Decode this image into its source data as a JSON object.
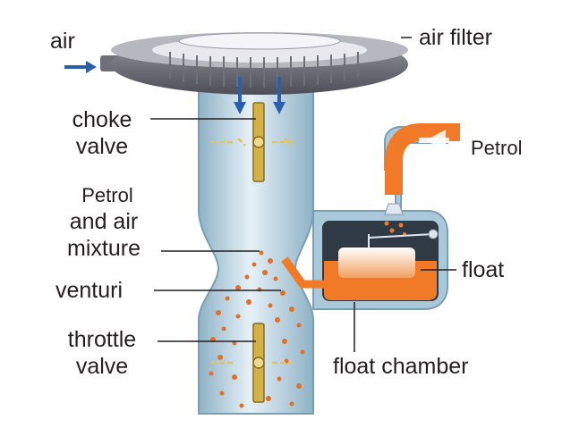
{
  "labels": {
    "air": "air",
    "air_filter": "air filter",
    "choke_line1": "choke",
    "choke_line2": "valve",
    "petrol_inlet": "Petrol",
    "mixture_line1": "Petrol",
    "mixture_line2": "and air",
    "mixture_line3": "mixture",
    "venturi": "venturi",
    "float": "float",
    "throttle_line1": "throttle",
    "throttle_line2": "valve",
    "float_chamber": "float chamber"
  },
  "colors": {
    "petrol_orange": "#f07a28",
    "tube_blue": "#a9c8d9",
    "arrow_blue": "#2b5fa8",
    "valve_gold": "#d4b24a",
    "filter_grey": "#6f6f7a",
    "leader_black": "#231f20"
  }
}
